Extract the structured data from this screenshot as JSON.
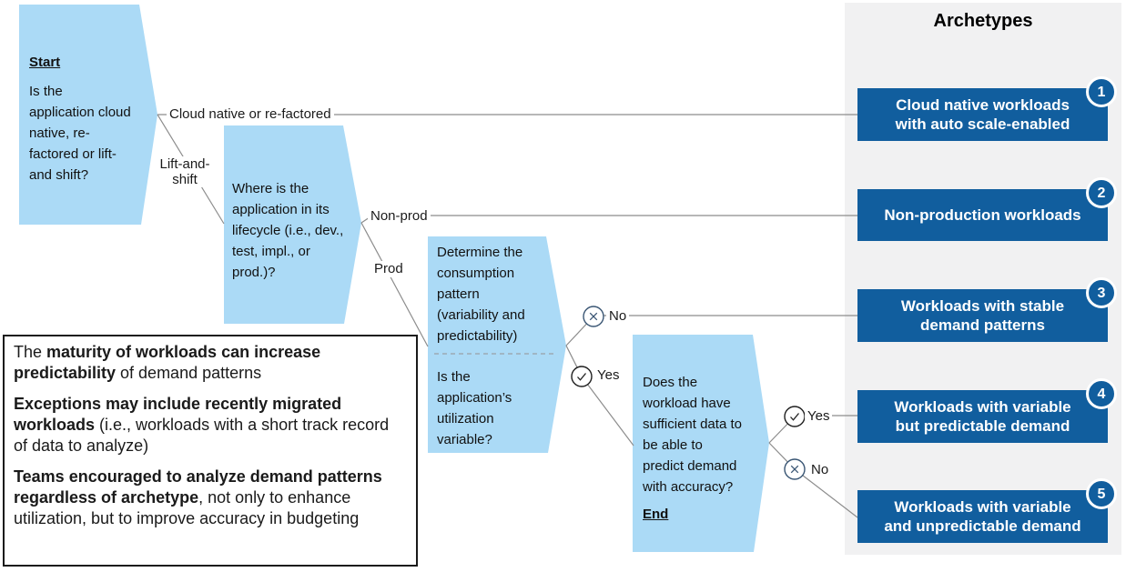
{
  "diagram": {
    "nodes": {
      "start": {
        "heading": "Start",
        "body": "Is the application cloud native, re-factored or lift-and shift?"
      },
      "lifecycle": {
        "body": "Where is the application in its lifecycle (i.e., dev., test, impl., or prod.)?"
      },
      "consumption": {
        "top": "Determine the consumption pattern (variability and predictability)",
        "bottom": "Is the application’s utilization variable?"
      },
      "sufficient_data": {
        "body": "Does the workload have sufficient data to be able to predict demand with accuracy?",
        "heading": "End"
      }
    },
    "edge_labels": {
      "cloud_native": "Cloud native or re-factored",
      "lift_and_shift": "Lift-and-shift",
      "non_prod": "Non-prod",
      "prod": "Prod",
      "consumption_no": "No",
      "consumption_yes": "Yes",
      "data_yes": "Yes",
      "data_no": "No"
    }
  },
  "archetypes": {
    "title": "Archetypes",
    "items": [
      {
        "number": "1",
        "lines": [
          "Cloud native workloads",
          "with auto scale-enabled"
        ]
      },
      {
        "number": "2",
        "lines": [
          "Non-production workloads"
        ]
      },
      {
        "number": "3",
        "lines": [
          "Workloads with stable",
          "demand patterns"
        ]
      },
      {
        "number": "4",
        "lines": [
          "Workloads with variable",
          "but predictable demand"
        ]
      },
      {
        "number": "5",
        "lines": [
          "Workloads with variable",
          "and unpredictable demand"
        ]
      }
    ]
  },
  "notes": {
    "paragraphs": [
      {
        "pre": "The ",
        "bold": "maturity of workloads can increase predictability",
        "post": " of demand patterns"
      },
      {
        "pre": "",
        "bold": "Exceptions may include recently migrated workloads",
        "post": " (i.e., workloads with a short track record of data to analyze)"
      },
      {
        "pre": "",
        "bold": "Teams encouraged to analyze demand patterns regardless of archetype",
        "post": ", not only to enhance utilization, but to improve accuracy in budgeting"
      }
    ]
  },
  "colors": {
    "node_fill": "#abdaf6",
    "archetype_box": "#115e9e",
    "panel_bg": "#f1f1f2",
    "connector": "#8c8c8c",
    "cross_icon": "#3a5674",
    "check_icon": "#1f1f1f",
    "text": "#1a1a1a"
  }
}
